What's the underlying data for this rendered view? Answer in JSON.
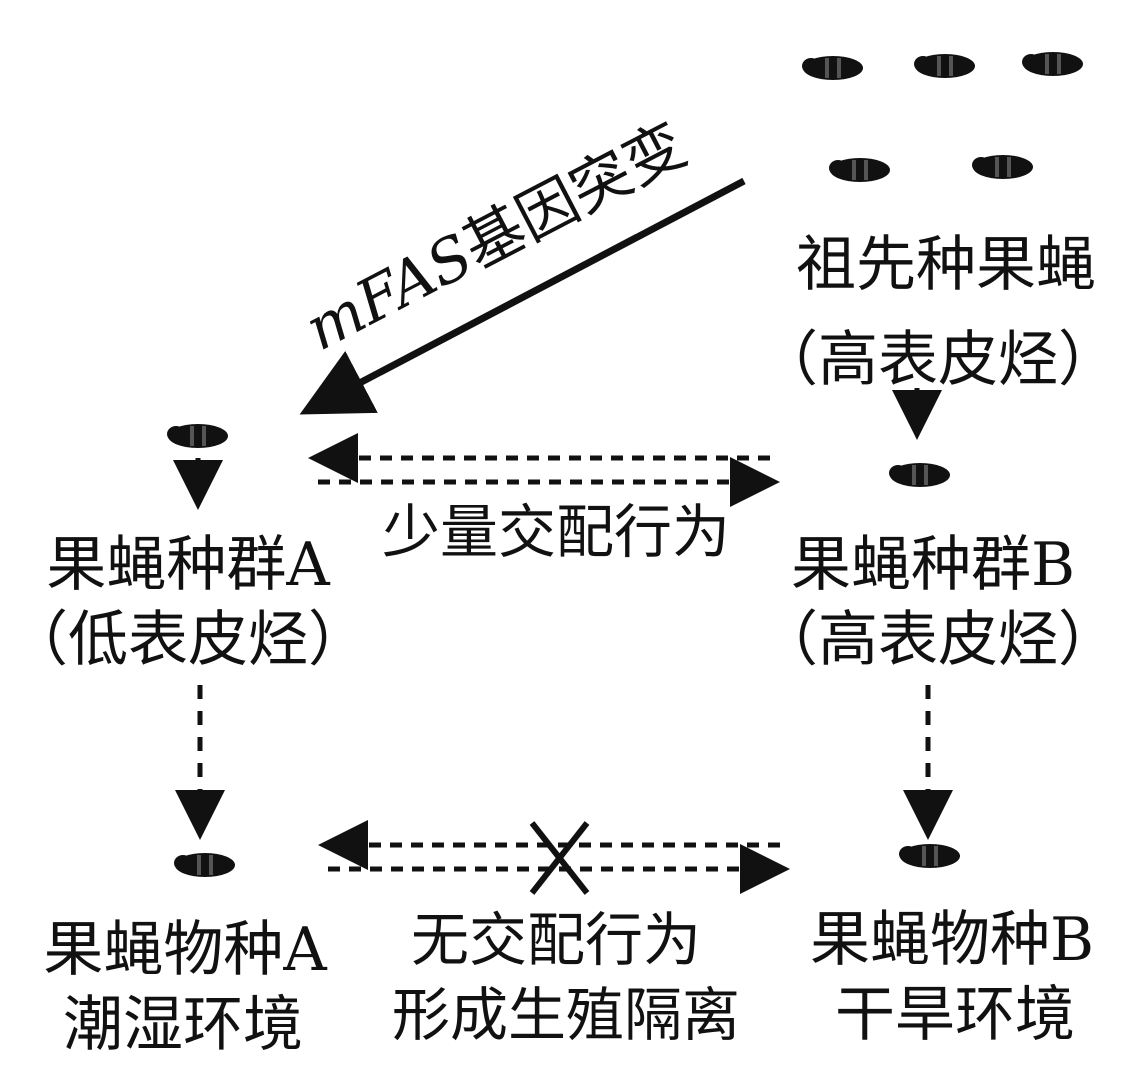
{
  "mutation_label": {
    "prefix": "mFAS",
    "suffix": "基因突变"
  },
  "ancestor": {
    "name": "祖先种果蝇",
    "trait": "（高表皮烃）"
  },
  "population_a": {
    "name": "果蝇种群A",
    "trait": "（低表皮烃）"
  },
  "population_b": {
    "name": "果蝇种群B",
    "trait": "（高表皮烃）"
  },
  "limited_mating": "少量交配行为",
  "species_a": {
    "name": "果蝇物种A",
    "habitat": "潮湿环境"
  },
  "species_b": {
    "name": "果蝇物种B",
    "habitat": "干旱环境"
  },
  "isolation": {
    "line1": "无交配行为",
    "line2": "形成生殖隔离"
  },
  "icons": {
    "fly": "fruit-fly-icon",
    "block": "cross-mark-icon"
  }
}
